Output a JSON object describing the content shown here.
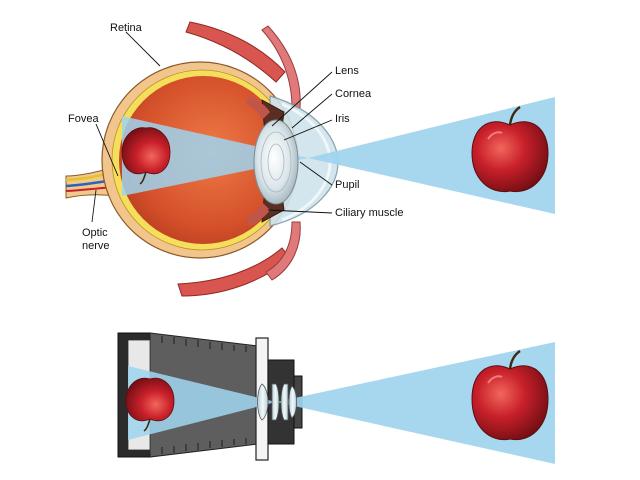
{
  "labels": {
    "retina": "Retina",
    "fovea": "Fovea",
    "optic_nerve_line1": "Optic",
    "optic_nerve_line2": "nerve",
    "lens": "Lens",
    "cornea": "Cornea",
    "iris": "Iris",
    "pupil": "Pupil",
    "ciliary_muscle": "Ciliary muscle"
  },
  "colors": {
    "light_beam": "#9fd4ee",
    "apple_red": "#c8202a",
    "eyeball_interior": "#d8542c",
    "sclera": "#f2c58d",
    "retina_band": "#f4de5c",
    "camera_body": "#2b2b2b",
    "bellows": "#606060",
    "lens_glass": "#dbe9ee"
  }
}
